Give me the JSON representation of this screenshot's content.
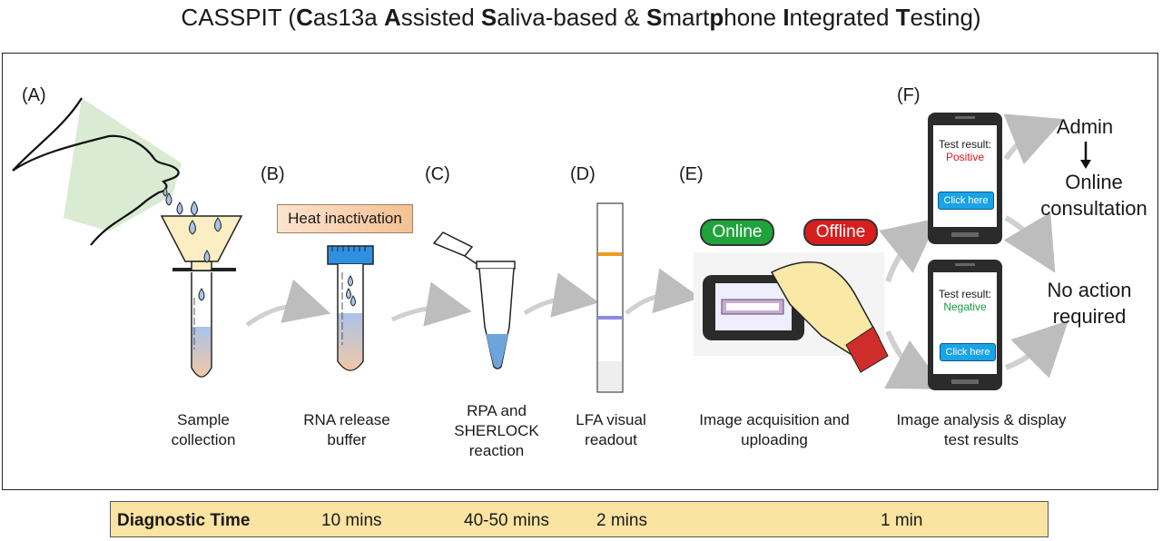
{
  "title": {
    "parts": [
      {
        "t": "CASSPIT (",
        "b": false
      },
      {
        "t": "C",
        "b": true
      },
      {
        "t": "as13a ",
        "b": false
      },
      {
        "t": "A",
        "b": true
      },
      {
        "t": "ssisted ",
        "b": false
      },
      {
        "t": "S",
        "b": true
      },
      {
        "t": "aliva-based & ",
        "b": false
      },
      {
        "t": "S",
        "b": true
      },
      {
        "t": "mart",
        "b": false
      },
      {
        "t": "p",
        "b": true
      },
      {
        "t": "hone ",
        "b": false
      },
      {
        "t": "I",
        "b": true
      },
      {
        "t": "ntegrated ",
        "b": false
      },
      {
        "t": "T",
        "b": true
      },
      {
        "t": "esting)",
        "b": false
      }
    ]
  },
  "panels": {
    "A": {
      "letter": "(A)",
      "caption_1": "Sample",
      "caption_2": "collection"
    },
    "B": {
      "letter": "(B)",
      "caption_1": "RNA release",
      "caption_2": "buffer",
      "tag": "Heat inactivation"
    },
    "C": {
      "letter": "(C)",
      "caption_1": "RPA and",
      "caption_2": "SHERLOCK",
      "caption_3": "reaction"
    },
    "D": {
      "letter": "(D)",
      "caption_1": "LFA visual",
      "caption_2": "readout"
    },
    "E": {
      "letter": "(E)",
      "caption_1": "Image acquisition and",
      "caption_2": "uploading",
      "online": "Online",
      "offline": "Offline"
    },
    "F": {
      "letter": "(F)",
      "caption_1": "Image analysis & display",
      "caption_2": "test results"
    }
  },
  "phones": [
    {
      "label": "Test result:",
      "result": "Positive",
      "result_color": "#e0141e",
      "button": "Click here"
    },
    {
      "label": "Test result:",
      "result": "Negative",
      "result_color": "#1a9a3a",
      "button": "Click here"
    }
  ],
  "outcomes": {
    "admin": "Admin",
    "online_1": "Online",
    "online_2": "consultation",
    "noaction_1": "No action",
    "noaction_2": "required"
  },
  "timebar": {
    "label": "Diagnostic Time",
    "t1": "10 mins",
    "t2": "40-50 mins",
    "t3": "2 mins",
    "t4": "1 min"
  },
  "colors": {
    "arrow": "#c8c8c8",
    "green_shade": "#d9ecd3",
    "funnel": "#fbeec2",
    "drop": "#a9c4e6",
    "tube_fill": "#b9cdea",
    "cap_blue": "#2f8fe0"
  }
}
